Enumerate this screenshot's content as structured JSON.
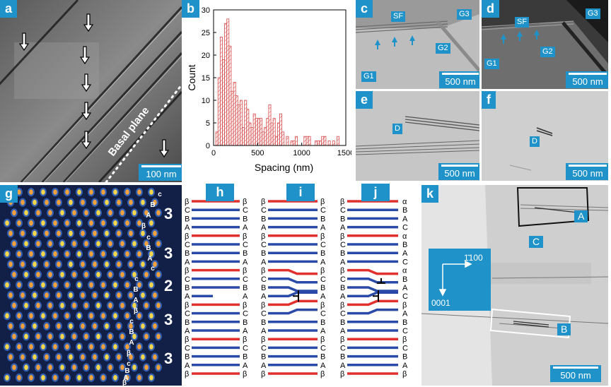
{
  "panels": {
    "a": {
      "label": "a",
      "annotation": "Basal plane",
      "scale_bar": "100 nm"
    },
    "b": {
      "label": "b"
    },
    "c": {
      "label": "c",
      "labels": [
        "SF",
        "G3",
        "G2",
        "G1"
      ],
      "scale_bar": "500 nm"
    },
    "d": {
      "label": "d",
      "labels": [
        "SF",
        "G3",
        "G2",
        "G1"
      ],
      "scale_bar": "500 nm"
    },
    "e": {
      "label": "e",
      "labels": [
        "D"
      ],
      "scale_bar": "500 nm"
    },
    "f": {
      "label": "f",
      "labels": [
        "D"
      ],
      "scale_bar": "500 nm"
    },
    "g": {
      "label": "g",
      "layer_counts": [
        "3",
        "3",
        "2",
        "3",
        "3"
      ],
      "stacking": [
        "c",
        "B",
        "A",
        "β",
        "c",
        "B",
        "A",
        "c",
        "c",
        "B",
        "A",
        "β",
        "c",
        "B",
        "A",
        "β",
        "c",
        "B",
        "A",
        "β"
      ]
    },
    "h": {
      "label": "h"
    },
    "i": {
      "label": "i"
    },
    "j": {
      "label": "j"
    },
    "k": {
      "label": "k",
      "labels": [
        "A",
        "C",
        "B"
      ],
      "axis_x": "1̄100",
      "axis_y": "0001",
      "scale_bar": "500 nm"
    }
  },
  "stacking_diagrams": {
    "h": {
      "left": [
        "β",
        "C",
        "B",
        "A",
        "β",
        "C",
        "B",
        "A",
        "β",
        "C",
        "B",
        "A",
        "β",
        "C",
        "B",
        "A",
        "β",
        "C",
        "B",
        "A",
        "β"
      ],
      "right": [
        "β",
        "C",
        "B",
        "A",
        "β",
        "C",
        "B",
        "A",
        "β",
        "C",
        "B",
        "A",
        "β",
        "C",
        "B",
        "A",
        "β",
        "C",
        "B",
        "A",
        "β"
      ]
    },
    "i": {
      "left": [
        "β",
        "C",
        "B",
        "A",
        "β",
        "C",
        "B",
        "A",
        "β",
        "C",
        "B",
        "A",
        "β",
        "C",
        "B",
        "A",
        "β",
        "C",
        "B",
        "A",
        "β"
      ],
      "right": [
        "β",
        "C",
        "B",
        "A",
        "β",
        "C",
        "B",
        "A",
        "β",
        "C",
        "B",
        "A",
        "β",
        "C",
        "B",
        "A",
        "β",
        "C",
        "B",
        "A",
        "β"
      ]
    },
    "j": {
      "left": [
        "β",
        "C",
        "B",
        "A",
        "β",
        "C",
        "B",
        "A",
        "β",
        "C",
        "B",
        "A",
        "β",
        "C",
        "B",
        "A",
        "β",
        "C",
        "B",
        "A",
        "β"
      ],
      "right": [
        "α",
        "B",
        "A",
        "C",
        "α",
        "B",
        "A",
        "C",
        "α",
        "B",
        "A",
        "C",
        "β",
        "A",
        "B",
        "C",
        "β",
        "C",
        "B",
        "A",
        "β"
      ]
    }
  },
  "chart_data": {
    "type": "bar",
    "xlabel": "Spacing (nm)",
    "ylabel": "Count",
    "xlim": [
      0,
      1500
    ],
    "ylim": [
      0,
      30
    ],
    "xticks": [
      0,
      500,
      1000,
      1500
    ],
    "yticks": [
      0,
      5,
      10,
      15,
      20,
      25,
      30
    ],
    "bin_width": 25,
    "bins_start": [
      0,
      25,
      50,
      75,
      100,
      125,
      150,
      175,
      200,
      225,
      250,
      275,
      300,
      325,
      350,
      375,
      400,
      425,
      450,
      475,
      500,
      525,
      550,
      575,
      600,
      625,
      650,
      675,
      700,
      725,
      750,
      775,
      800,
      825,
      850,
      875,
      900,
      925,
      950,
      975,
      1000,
      1025,
      1050,
      1075,
      1100,
      1125,
      1150,
      1175,
      1200,
      1225,
      1250,
      1275,
      1300,
      1325,
      1350,
      1375,
      1400,
      1425,
      1450,
      1475
    ],
    "values": [
      0,
      3,
      15,
      24,
      19,
      27,
      28,
      22,
      12,
      14,
      11,
      9,
      10,
      4,
      10,
      8,
      5,
      4,
      7,
      6,
      6,
      6,
      3,
      4,
      6,
      9,
      5,
      6,
      2,
      5,
      7,
      3,
      0,
      2,
      0,
      1,
      1,
      2,
      0,
      0,
      0,
      2,
      2,
      2,
      0,
      0,
      1,
      1,
      1,
      2,
      2,
      0,
      1,
      0,
      1,
      0,
      2,
      0,
      0,
      0
    ],
    "bar_color": "#d94a4a"
  },
  "colors": {
    "accent": "#1f93c9",
    "red_layer": "#e0312f",
    "blue_layer": "#2a4aa8"
  }
}
